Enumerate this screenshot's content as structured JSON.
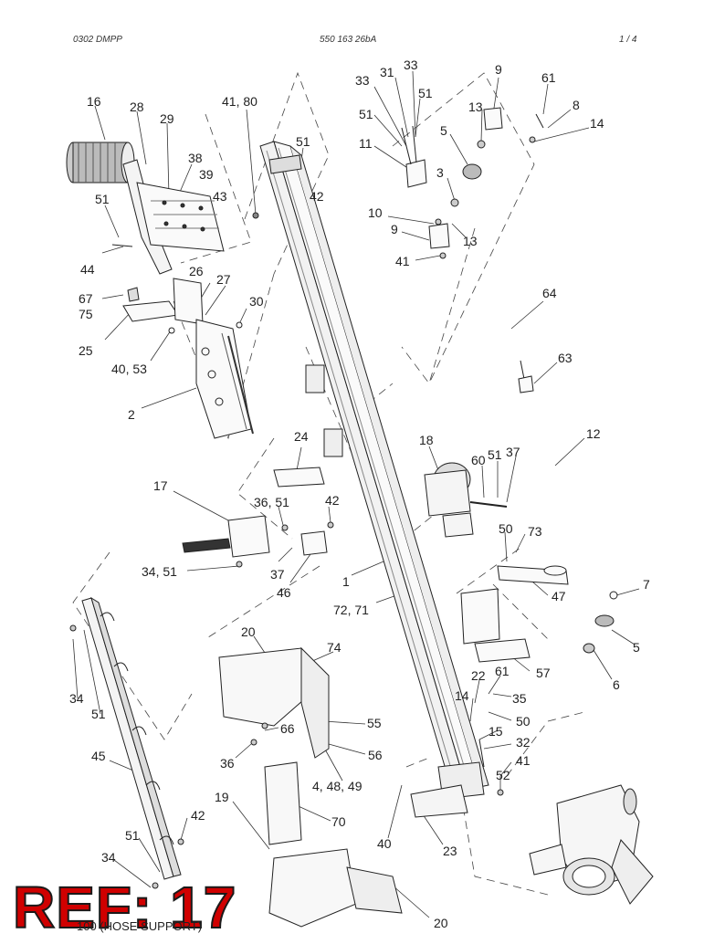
{
  "header": {
    "left": "0302 DMPP",
    "center": "550 163 26bA",
    "right": "1 /   4"
  },
  "stamp": "REF: 17",
  "caption": "100 (HOSE SUPPORT)",
  "callouts": [
    {
      "id": "c16",
      "text": "16"
    },
    {
      "id": "c28",
      "text": "28"
    },
    {
      "id": "c29",
      "text": "29"
    },
    {
      "id": "c4180",
      "text": "41, 80"
    },
    {
      "id": "c38",
      "text": "38"
    },
    {
      "id": "c39",
      "text": "39"
    },
    {
      "id": "c43",
      "text": "43"
    },
    {
      "id": "c51a",
      "text": "51"
    },
    {
      "id": "c44",
      "text": "44"
    },
    {
      "id": "c26",
      "text": "26"
    },
    {
      "id": "c27",
      "text": "27"
    },
    {
      "id": "c67",
      "text": "67"
    },
    {
      "id": "c75",
      "text": "75"
    },
    {
      "id": "c30",
      "text": "30"
    },
    {
      "id": "c25",
      "text": "25"
    },
    {
      "id": "c4053",
      "text": "40, 53"
    },
    {
      "id": "c2",
      "text": "2"
    },
    {
      "id": "c51b",
      "text": "51"
    },
    {
      "id": "c42a",
      "text": "42"
    },
    {
      "id": "c33a",
      "text": "33"
    },
    {
      "id": "c31",
      "text": "31"
    },
    {
      "id": "c33b",
      "text": "33"
    },
    {
      "id": "c51c",
      "text": "51"
    },
    {
      "id": "c51d",
      "text": "51"
    },
    {
      "id": "c11",
      "text": "11"
    },
    {
      "id": "c9a",
      "text": "9"
    },
    {
      "id": "c13a",
      "text": "13"
    },
    {
      "id": "c5a",
      "text": "5"
    },
    {
      "id": "c3",
      "text": "3"
    },
    {
      "id": "c10",
      "text": "10"
    },
    {
      "id": "c9b",
      "text": "9"
    },
    {
      "id": "c13b",
      "text": "13"
    },
    {
      "id": "c41a",
      "text": "41"
    },
    {
      "id": "c61a",
      "text": "61"
    },
    {
      "id": "c8",
      "text": "8"
    },
    {
      "id": "c14a",
      "text": "14"
    },
    {
      "id": "c64",
      "text": "64"
    },
    {
      "id": "c63",
      "text": "63"
    },
    {
      "id": "c24",
      "text": "24"
    },
    {
      "id": "c17",
      "text": "17"
    },
    {
      "id": "c3651",
      "text": "36, 51"
    },
    {
      "id": "c42b",
      "text": "42"
    },
    {
      "id": "c3451a",
      "text": "34, 51"
    },
    {
      "id": "c37a",
      "text": "37"
    },
    {
      "id": "c46",
      "text": "46"
    },
    {
      "id": "c1",
      "text": "1"
    },
    {
      "id": "c7271",
      "text": "72, 71"
    },
    {
      "id": "c18",
      "text": "18"
    },
    {
      "id": "c60",
      "text": "60"
    },
    {
      "id": "c51e",
      "text": "51"
    },
    {
      "id": "c37b",
      "text": "37"
    },
    {
      "id": "c12",
      "text": "12"
    },
    {
      "id": "c50a",
      "text": "50"
    },
    {
      "id": "c73",
      "text": "73"
    },
    {
      "id": "c47",
      "text": "47"
    },
    {
      "id": "c7",
      "text": "7"
    },
    {
      "id": "c5b",
      "text": "5"
    },
    {
      "id": "c6",
      "text": "6"
    },
    {
      "id": "c57",
      "text": "57"
    },
    {
      "id": "c22",
      "text": "22"
    },
    {
      "id": "c61b",
      "text": "61"
    },
    {
      "id": "c35",
      "text": "35"
    },
    {
      "id": "c14b",
      "text": "14"
    },
    {
      "id": "c50b",
      "text": "50"
    },
    {
      "id": "c15",
      "text": "15"
    },
    {
      "id": "c32",
      "text": "32"
    },
    {
      "id": "c41b",
      "text": "41"
    },
    {
      "id": "c52",
      "text": "52"
    },
    {
      "id": "c20a",
      "text": "20"
    },
    {
      "id": "c74",
      "text": "74"
    },
    {
      "id": "c34a",
      "text": "34"
    },
    {
      "id": "c51f",
      "text": "51"
    },
    {
      "id": "c66",
      "text": "66"
    },
    {
      "id": "c55",
      "text": "55"
    },
    {
      "id": "c36",
      "text": "36"
    },
    {
      "id": "c56",
      "text": "56"
    },
    {
      "id": "c45",
      "text": "45"
    },
    {
      "id": "c44849",
      "text": "4, 48, 49"
    },
    {
      "id": "c19",
      "text": "19"
    },
    {
      "id": "c70",
      "text": "70"
    },
    {
      "id": "c42c",
      "text": "42"
    },
    {
      "id": "c51g",
      "text": "51"
    },
    {
      "id": "c34b",
      "text": "34"
    },
    {
      "id": "c40",
      "text": "40"
    },
    {
      "id": "c23",
      "text": "23"
    },
    {
      "id": "c20b",
      "text": "20"
    }
  ]
}
